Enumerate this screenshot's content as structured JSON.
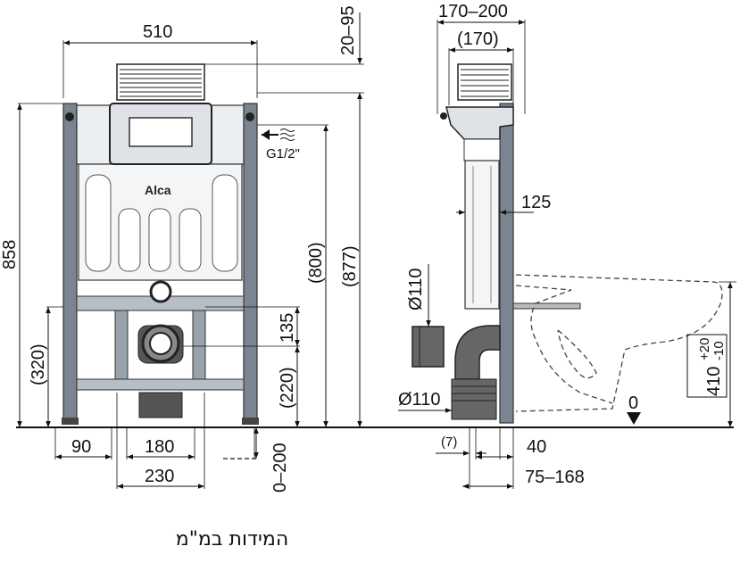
{
  "front_view": {
    "width_top": "510",
    "adjust_top": "20–95",
    "height_total_frame": "858",
    "water_inlet": "G1/2\"",
    "brand": "Alca",
    "height_800": "(800)",
    "height_877": "(877)",
    "height_320": "(320)",
    "height_135": "135",
    "height_220": "(220)",
    "feet_90": "90",
    "feet_180": "180",
    "feet_230": "230",
    "leg_extension": "0–200"
  },
  "side_view": {
    "depth_range": "170–200",
    "depth_nominal": "(170)",
    "tank_depth": "125",
    "pipe_top": "Ø110",
    "pipe_bottom": "Ø110",
    "offset_7": "(7)",
    "offset_40": "40",
    "offset_range": "75–168",
    "bowl_height": "410",
    "bowl_tol_plus": "+20",
    "bowl_tol_minus": "-10",
    "floor_marker": "0"
  },
  "caption": "המידות במ\"מ"
}
